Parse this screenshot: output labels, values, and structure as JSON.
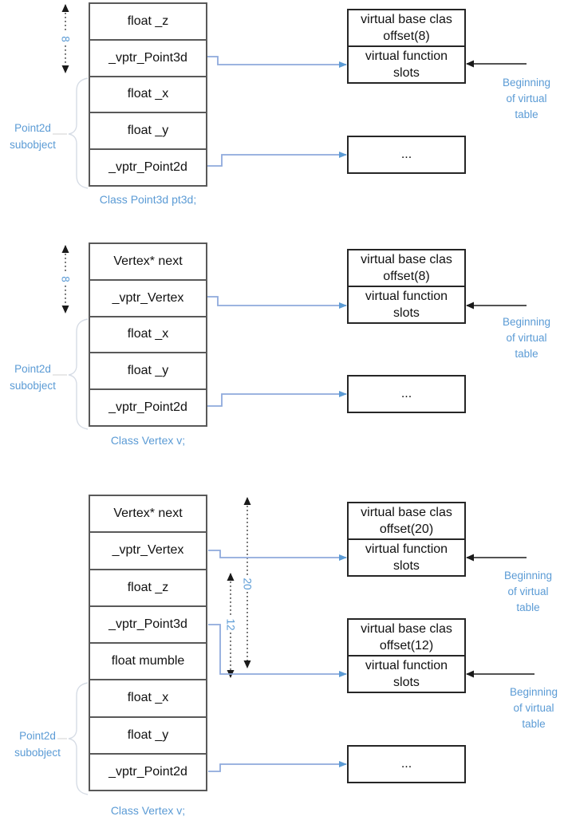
{
  "colors": {
    "accent_blue": "#5B9BD5",
    "connector_blue": "#8FAADC",
    "struct_border_gray": "#595959",
    "vtable_border": "#262626",
    "brace_gray": "#D6DCE5",
    "text": "#111111"
  },
  "diagrams": [
    {
      "caption": "Class Point3d pt3d;",
      "subobject_label": "Point2d\nsubobject",
      "size_arrows": [
        {
          "label": "8"
        }
      ],
      "rows": [
        "float _z",
        "_vptr_Point3d",
        "float _x",
        "float _y",
        "_vptr_Point2d"
      ],
      "vtables": [
        {
          "cell_offset": "virtual base clas\noffset(8)",
          "cell_slots": "virtual function\nslots",
          "beginning_label": "Beginning\nof virtual\ntable"
        }
      ],
      "dots_label": "..."
    },
    {
      "caption": "Class Vertex v;",
      "subobject_label": "Point2d\nsubobject",
      "size_arrows": [
        {
          "label": "8"
        }
      ],
      "rows": [
        "Vertex* next",
        "_vptr_Vertex",
        "float _x",
        "float _y",
        "_vptr_Point2d"
      ],
      "vtables": [
        {
          "cell_offset": "virtual base clas\noffset(8)",
          "cell_slots": "virtual function\nslots",
          "beginning_label": "Beginning\nof virtual\ntable"
        }
      ],
      "dots_label": "..."
    },
    {
      "caption": "Class Vertex v;",
      "subobject_label": "Point2d\nsubobject",
      "size_arrows": [
        {
          "label": "20"
        },
        {
          "label": "12"
        }
      ],
      "rows": [
        "Vertex* next",
        "_vptr_Vertex",
        "float _z",
        "_vptr_Point3d",
        "float mumble",
        "float _x",
        "float _y",
        "_vptr_Point2d"
      ],
      "vtables": [
        {
          "cell_offset": "virtual base clas\noffset(20)",
          "cell_slots": "virtual function\nslots",
          "beginning_label": "Beginning\nof virtual\ntable"
        },
        {
          "cell_offset": "virtual base clas\noffset(12)",
          "cell_slots": "virtual function\nslots",
          "beginning_label": "Beginning\nof virtual\ntable"
        }
      ],
      "dots_label": "..."
    }
  ]
}
